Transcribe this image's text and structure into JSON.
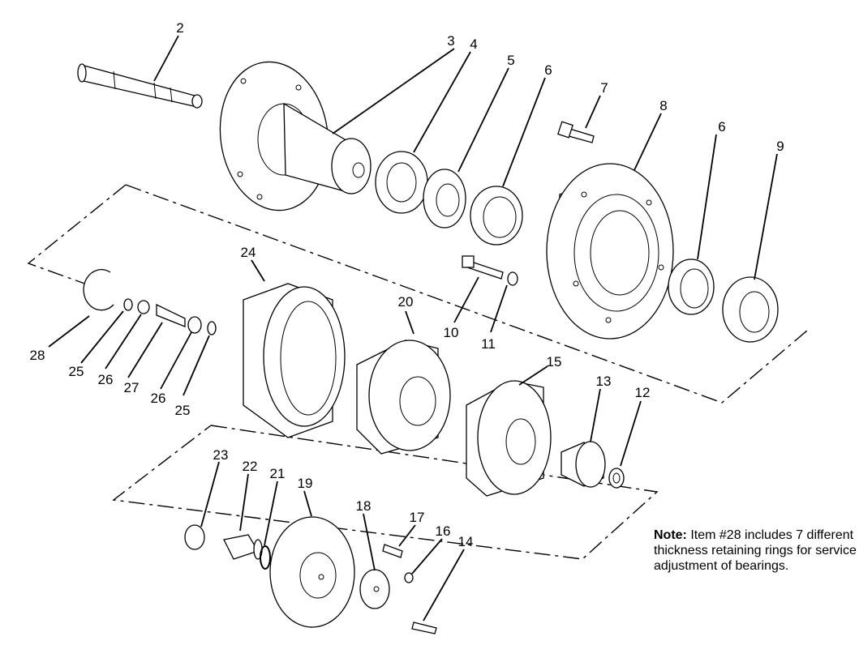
{
  "callouts": [
    "2",
    "3",
    "4",
    "5",
    "6",
    "7",
    "8",
    "6",
    "9",
    "24",
    "28",
    "25",
    "26",
    "27",
    "26",
    "25",
    "20",
    "10",
    "11",
    "15",
    "13",
    "12",
    "23",
    "22",
    "21",
    "19",
    "18",
    "17",
    "16",
    "14"
  ],
  "note": {
    "label": "Note:",
    "text": "Item #28 includes 7 different thickness retaining rings for service adjustment of bearings."
  }
}
